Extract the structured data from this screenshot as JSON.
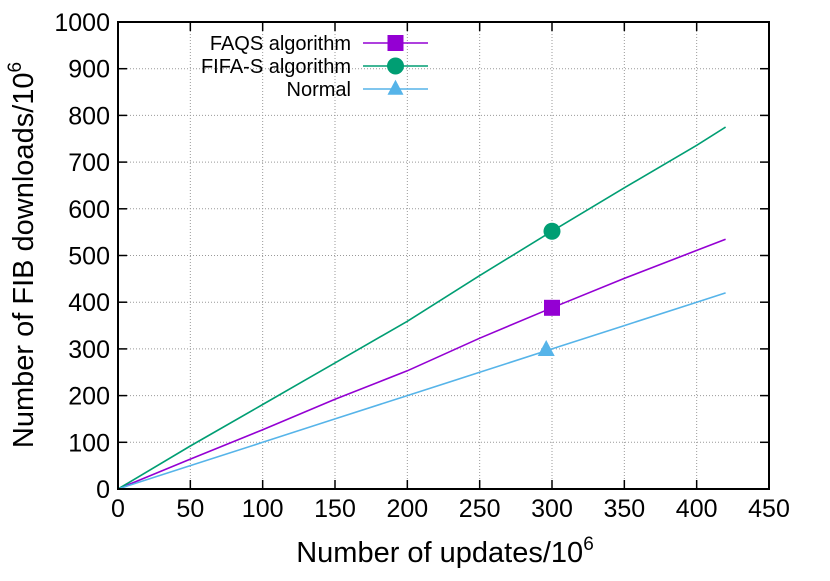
{
  "chart_data": {
    "type": "line",
    "xlabel": "Number of updates/10",
    "xlabel_exp": "6",
    "ylabel": "Number of FIB downloads/10",
    "ylabel_exp": "6",
    "xlim": [
      0,
      450
    ],
    "ylim": [
      0,
      1000
    ],
    "xticks": [
      0,
      50,
      100,
      150,
      200,
      250,
      300,
      350,
      400,
      450
    ],
    "yticks": [
      0,
      100,
      200,
      300,
      400,
      500,
      600,
      700,
      800,
      900,
      1000
    ],
    "grid": true,
    "legend_position": "top-left",
    "series": [
      {
        "name": "FAQS algorithm",
        "color": "#9400d3",
        "marker": "square",
        "x": [
          0,
          50,
          100,
          150,
          200,
          250,
          300,
          350,
          400,
          420
        ],
        "y": [
          0,
          64,
          127,
          192,
          253,
          323,
          388,
          451,
          511,
          535
        ],
        "marker_points": [
          {
            "x": 300,
            "y": 388
          }
        ]
      },
      {
        "name": "FIFA-S algorithm",
        "color": "#009e73",
        "marker": "circle",
        "x": [
          0,
          50,
          100,
          150,
          200,
          250,
          300,
          350,
          400,
          420
        ],
        "y": [
          0,
          92,
          181,
          270,
          359,
          457,
          552,
          645,
          736,
          775
        ],
        "marker_points": [
          {
            "x": 300,
            "y": 552
          }
        ]
      },
      {
        "name": "Normal",
        "color": "#56b4e9",
        "marker": "triangle",
        "x": [
          0,
          50,
          100,
          150,
          200,
          250,
          300,
          350,
          400,
          420
        ],
        "y": [
          0,
          50,
          100,
          150,
          200,
          250,
          300,
          350,
          400,
          420
        ],
        "marker_points": [
          {
            "x": 296,
            "y": 298
          }
        ]
      }
    ]
  }
}
